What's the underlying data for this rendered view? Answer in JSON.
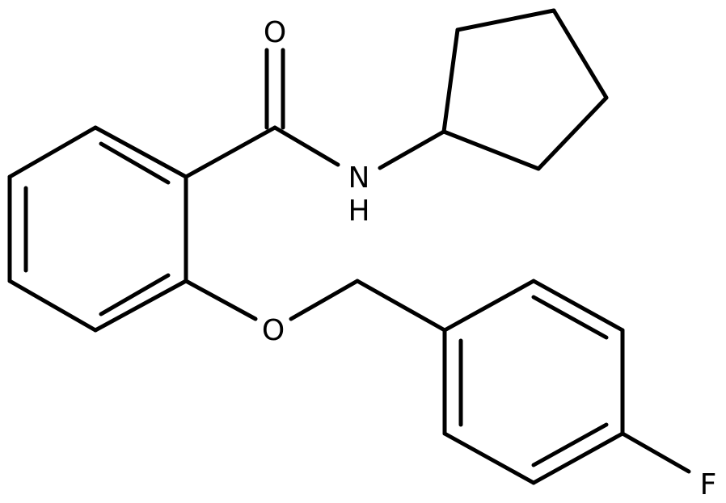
{
  "molecule": {
    "atoms": {
      "oxygen_carbonyl": "O",
      "nitrogen": "N",
      "hydrogen_on_nitrogen": "H",
      "oxygen_ether": "O",
      "fluorine": "F"
    }
  },
  "colors": {
    "bond": "#000000",
    "background": "#ffffff"
  }
}
